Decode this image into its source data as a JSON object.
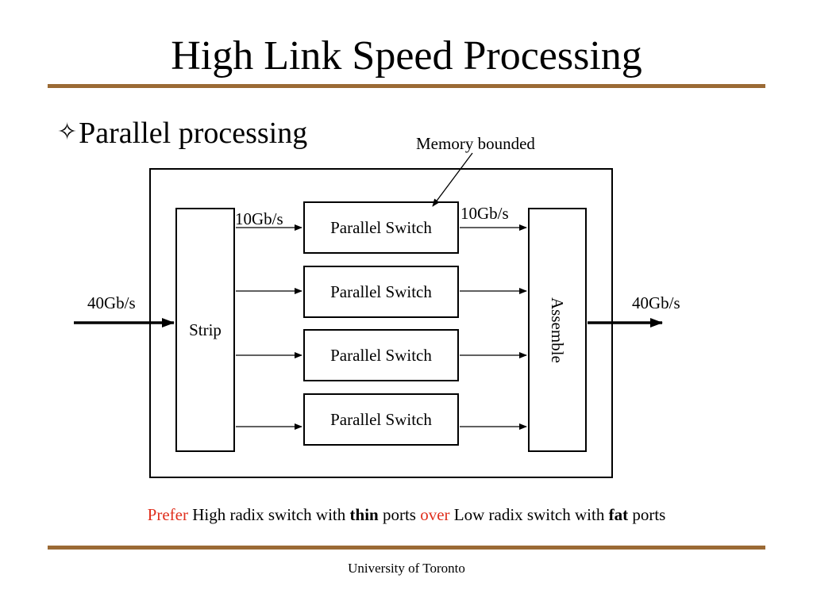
{
  "slide": {
    "title": "High Link Speed Processing",
    "bullet_glyph": "✧",
    "bullet_text": "Parallel processing"
  },
  "diagram": {
    "memory_annotation": "Memory bounded",
    "input_rate": "40Gb/s",
    "output_rate": "40Gb/s",
    "strip_label": "Strip",
    "assemble_label": "Assemble",
    "rate_into_switch": "10Gb/s",
    "rate_out_of_switch": "10Gb/s",
    "switches": [
      "Parallel Switch",
      "Parallel Switch",
      "Parallel Switch",
      "Parallel Switch"
    ]
  },
  "note": {
    "prefer": "Prefer",
    "part1": "High radix switch with",
    "thin": "thin",
    "part2": "ports",
    "over": "over",
    "part3": "Low radix switch with",
    "fat": "fat",
    "part4": "ports"
  },
  "footer": {
    "text": "University of Toronto"
  },
  "colors": {
    "rule": "#9b6a35",
    "accent": "#e0301e"
  }
}
